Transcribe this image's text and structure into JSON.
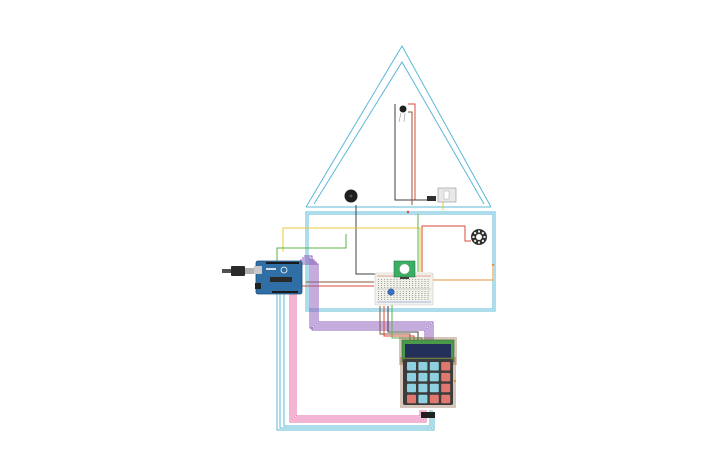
{
  "canvas": {
    "background": "#ffffff"
  },
  "colors": {
    "wire_cyan": "#5bb8d6",
    "wire_pink": "#e86aa8",
    "wire_purple": "#8a5ab8",
    "wire_red": "#d8483a",
    "wire_green": "#5cb04a",
    "wire_yellow": "#e8c83a",
    "wire_brown": "#8a5a3a",
    "wire_orange": "#e8903a",
    "wire_dark": "#404040",
    "arduino_board": "#2f6fa6",
    "lcd_frame": "#4a9a4a",
    "lcd_screen": "#23305a",
    "keypad_body": "#3c3c3c",
    "key_blue": "#8fd0e0",
    "key_red": "#e07870",
    "breadboard": "#f2f2ec",
    "pir_sensor": "#3cae64",
    "buzzer": "#202020"
  },
  "components": {
    "arduino": "arduino-uno",
    "usb": "usb-cable",
    "breadboard": "breadboard-small",
    "pir": "pir-motion-sensor",
    "buzzer": "piezo-buzzer",
    "lcd": "lcd-16x2",
    "keypad": "keypad-4x4",
    "neopixel": "neopixel-ring",
    "photoresistor": "photoresistor",
    "servo": "micro-servo"
  },
  "keypad": {
    "key_colors": [
      [
        "blue",
        "blue",
        "blue",
        "red"
      ],
      [
        "blue",
        "blue",
        "blue",
        "red"
      ],
      [
        "blue",
        "blue",
        "blue",
        "red"
      ],
      [
        "red",
        "blue",
        "red",
        "red"
      ]
    ]
  }
}
